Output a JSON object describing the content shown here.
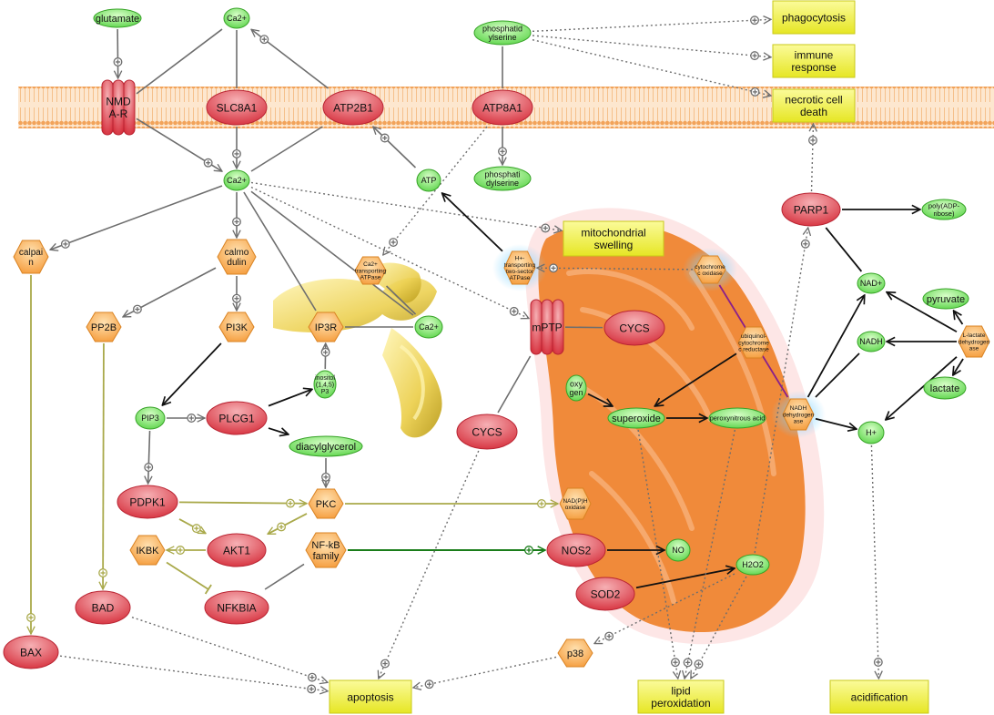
{
  "colors": {
    "membrane": "#f2a35a",
    "metabolite_fill": "#7fe36b",
    "protein_fill": "#e0434f",
    "complex_fill": "#f7a84a",
    "outcome_fill": "#ecec2f",
    "mito_fill": "#f08a3a",
    "er_fill": "#e7c84a",
    "edge_dark": "#111111",
    "edge_gray": "#6e6e6e",
    "edge_olive": "#a9a94a",
    "edge_green": "#1a7d1a",
    "edge_purple": "#8a1f8a"
  },
  "nodes": [
    {
      "id": "glutamate",
      "kind": "metabolite",
      "lines": [
        "glutamate"
      ]
    },
    {
      "id": "ca_top",
      "kind": "metabolite",
      "lines": [
        "Ca2+"
      ]
    },
    {
      "id": "phosphatidylserine_top",
      "kind": "metabolite",
      "lines": [
        "phosphatid",
        "ylserine"
      ]
    },
    {
      "id": "nmdar",
      "kind": "channel",
      "lines": [
        "NMD",
        "A-R"
      ]
    },
    {
      "id": "slc8a1",
      "kind": "protein",
      "lines": [
        "SLC8A1"
      ]
    },
    {
      "id": "atp2b1",
      "kind": "protein",
      "lines": [
        "ATP2B1"
      ]
    },
    {
      "id": "atp8a1",
      "kind": "protein",
      "lines": [
        "ATP8A1"
      ]
    },
    {
      "id": "ca_mid",
      "kind": "metabolite",
      "lines": [
        "Ca2+"
      ]
    },
    {
      "id": "atp",
      "kind": "metabolite",
      "lines": [
        "ATP"
      ]
    },
    {
      "id": "phosphatidylserine_bottom",
      "kind": "metabolite",
      "lines": [
        "phosphati",
        "dylserine"
      ]
    },
    {
      "id": "calpain",
      "kind": "complex",
      "lines": [
        "calpai",
        "n"
      ]
    },
    {
      "id": "calmodulin",
      "kind": "complex",
      "lines": [
        "calmo",
        "dulin"
      ]
    },
    {
      "id": "ca_atpase",
      "kind": "complex",
      "lines": [
        "Ca2+",
        "transporting",
        "ATPase"
      ]
    },
    {
      "id": "pp2b",
      "kind": "complex",
      "lines": [
        "PP2B"
      ]
    },
    {
      "id": "pi3k",
      "kind": "complex",
      "lines": [
        "PI3K"
      ]
    },
    {
      "id": "ip3r",
      "kind": "complex",
      "lines": [
        "IP3R"
      ]
    },
    {
      "id": "ca_er",
      "kind": "metabolite",
      "lines": [
        "Ca2+"
      ]
    },
    {
      "id": "ip3",
      "kind": "metabolite",
      "lines": [
        "inositol",
        "(1,4,5)",
        "P3"
      ]
    },
    {
      "id": "pip3",
      "kind": "metabolite",
      "lines": [
        "PIP3"
      ]
    },
    {
      "id": "plcg1",
      "kind": "protein",
      "lines": [
        "PLCG1"
      ]
    },
    {
      "id": "dag",
      "kind": "metabolite",
      "lines": [
        "diacylglycerol"
      ]
    },
    {
      "id": "pdpk1",
      "kind": "protein",
      "lines": [
        "PDPK1"
      ]
    },
    {
      "id": "pkc",
      "kind": "complex",
      "lines": [
        "PKC"
      ]
    },
    {
      "id": "ikbk",
      "kind": "complex",
      "lines": [
        "IKBK"
      ]
    },
    {
      "id": "akt1",
      "kind": "protein",
      "lines": [
        "AKT1"
      ]
    },
    {
      "id": "nfkb",
      "kind": "complex",
      "lines": [
        "NF-kB",
        "family"
      ]
    },
    {
      "id": "nfkbia",
      "kind": "protein",
      "lines": [
        "NFKBIA"
      ]
    },
    {
      "id": "bad",
      "kind": "protein",
      "lines": [
        "BAD"
      ]
    },
    {
      "id": "bax",
      "kind": "protein",
      "lines": [
        "BAX"
      ]
    },
    {
      "id": "mptp",
      "kind": "channel",
      "lines": [
        "mPTP"
      ]
    },
    {
      "id": "cycs_mito",
      "kind": "protein",
      "lines": [
        "CYCS"
      ]
    },
    {
      "id": "cycs_cyto",
      "kind": "protein",
      "lines": [
        "CYCS"
      ]
    },
    {
      "id": "h_atpase",
      "kind": "complex",
      "lines": [
        "H+-",
        "transporting",
        "two-sector",
        "ATPase"
      ]
    },
    {
      "id": "cyt_oxidase",
      "kind": "complex",
      "lines": [
        "cytochrome",
        "c oxidase"
      ]
    },
    {
      "id": "ubiq_reductase",
      "kind": "complex",
      "lines": [
        "ubiquinol-",
        "cytochrome",
        "c reductase"
      ]
    },
    {
      "id": "nadh_dehydrogenase",
      "kind": "complex",
      "lines": [
        "NADH",
        "dehydrogen",
        "ase"
      ]
    },
    {
      "id": "oxygen",
      "kind": "metabolite",
      "lines": [
        "oxy",
        "gen"
      ]
    },
    {
      "id": "superoxide",
      "kind": "metabolite",
      "lines": [
        "superoxide"
      ]
    },
    {
      "id": "peroxynitrous",
      "kind": "metabolite",
      "lines": [
        "peroxynitrous acid"
      ]
    },
    {
      "id": "nadph_oxidase",
      "kind": "complex",
      "lines": [
        "NAD(P)H",
        "oxidase"
      ]
    },
    {
      "id": "nos2",
      "kind": "protein",
      "lines": [
        "NOS2"
      ]
    },
    {
      "id": "no",
      "kind": "metabolite",
      "lines": [
        "NO"
      ]
    },
    {
      "id": "sod2",
      "kind": "protein",
      "lines": [
        "SOD2"
      ]
    },
    {
      "id": "h2o2",
      "kind": "metabolite",
      "lines": [
        "H2O2"
      ]
    },
    {
      "id": "p38",
      "kind": "complex",
      "lines": [
        "p38"
      ]
    },
    {
      "id": "parp1",
      "kind": "protein",
      "lines": [
        "PARP1"
      ]
    },
    {
      "id": "poly_adp",
      "kind": "metabolite",
      "lines": [
        "poly(ADP-",
        "ribose)"
      ]
    },
    {
      "id": "nad_plus",
      "kind": "metabolite",
      "lines": [
        "NAD+"
      ]
    },
    {
      "id": "nadh",
      "kind": "metabolite",
      "lines": [
        "NADH"
      ]
    },
    {
      "id": "pyruvate",
      "kind": "metabolite",
      "lines": [
        "pyruvate"
      ]
    },
    {
      "id": "ldh",
      "kind": "complex",
      "lines": [
        "L-lactate",
        "dehydrogen",
        "ase"
      ]
    },
    {
      "id": "lactate",
      "kind": "metabolite",
      "lines": [
        "lactate"
      ]
    },
    {
      "id": "h_plus",
      "kind": "metabolite",
      "lines": [
        "H+"
      ]
    },
    {
      "id": "mito_swelling",
      "kind": "outcome",
      "lines": [
        "mitochondrial",
        "swelling"
      ]
    },
    {
      "id": "phagocytosis",
      "kind": "outcome",
      "lines": [
        "phagocytosis"
      ]
    },
    {
      "id": "immune_response",
      "kind": "outcome",
      "lines": [
        "immune",
        "response"
      ]
    },
    {
      "id": "necrotic_death",
      "kind": "outcome",
      "lines": [
        "necrotic cell",
        "death"
      ]
    },
    {
      "id": "apoptosis",
      "kind": "outcome",
      "lines": [
        "apoptosis"
      ]
    },
    {
      "id": "lipid_peroxidation",
      "kind": "outcome",
      "lines": [
        "lipid",
        "peroxidation"
      ]
    },
    {
      "id": "acidification",
      "kind": "outcome",
      "lines": [
        "acidification"
      ]
    }
  ],
  "edges": [
    {
      "from": "glutamate",
      "to": "nmdar",
      "style": "gray-plus"
    },
    {
      "from": "nmdar",
      "to": "ca_top",
      "style": "gray-line"
    },
    {
      "from": "ca_top",
      "to": "slc8a1",
      "style": "gray-line"
    },
    {
      "from": "atp2b1",
      "to": "ca_top",
      "style": "gray-plus"
    },
    {
      "from": "nmdar",
      "to": "ca_mid",
      "style": "gray-plus"
    },
    {
      "from": "slc8a1",
      "to": "ca_mid",
      "style": "gray-plus"
    },
    {
      "from": "ca_mid",
      "to": "atp2b1",
      "style": "gray-line"
    },
    {
      "from": "atp",
      "to": "atp2b1",
      "style": "gray-plus"
    },
    {
      "from": "phosphatidylserine_top",
      "to": "atp8a1",
      "style": "gray-line"
    },
    {
      "from": "atp8a1",
      "to": "phosphatidylserine_bottom",
      "style": "gray-plus"
    },
    {
      "from": "atp8a1",
      "to": "ca_atpase",
      "style": "dotted-plus"
    },
    {
      "from": "ca_mid",
      "to": "calpain",
      "style": "gray-plus"
    },
    {
      "from": "ca_mid",
      "to": "calmodulin",
      "style": "gray-plus"
    },
    {
      "from": "ca_mid",
      "to": "mito_swelling",
      "style": "dotted-plus"
    },
    {
      "from": "ca_mid",
      "to": "mptp",
      "style": "dotted-plus"
    },
    {
      "from": "ca_mid",
      "to": "ca_er",
      "style": "gray-line"
    },
    {
      "from": "ip3r",
      "to": "ca_mid",
      "style": "gray-line"
    },
    {
      "from": "calmodulin",
      "to": "pi3k",
      "style": "gray-plus"
    },
    {
      "from": "calmodulin",
      "to": "pp2b",
      "style": "gray-plus"
    },
    {
      "from": "pi3k",
      "to": "pip3",
      "style": "dark-arrow"
    },
    {
      "from": "pip3",
      "to": "plcg1",
      "style": "gray-plus"
    },
    {
      "from": "plcg1",
      "to": "ip3",
      "style": "dark-arrow"
    },
    {
      "from": "plcg1",
      "to": "dag",
      "style": "dark-arrow"
    },
    {
      "from": "ip3",
      "to": "ip3r",
      "style": "gray-plus"
    },
    {
      "from": "ip3r",
      "to": "ca_er",
      "style": "gray-line"
    },
    {
      "from": "ca_er",
      "to": "ca_atpase",
      "style": "gray-line"
    },
    {
      "from": "dag",
      "to": "pkc",
      "style": "gray-plus"
    },
    {
      "from": "pip3",
      "to": "pdpk1",
      "style": "gray-plus"
    },
    {
      "from": "pdpk1",
      "to": "pkc",
      "style": "olive-plus"
    },
    {
      "from": "pdpk1",
      "to": "akt1",
      "style": "olive-plus"
    },
    {
      "from": "pkc",
      "to": "akt1",
      "style": "olive-plus"
    },
    {
      "from": "pkc",
      "to": "nadph_oxidase",
      "style": "olive-plus"
    },
    {
      "from": "akt1",
      "to": "ikbk",
      "style": "olive-plus"
    },
    {
      "from": "ikbk",
      "to": "nfkbia",
      "style": "olive-inhibit"
    },
    {
      "from": "nfkbia",
      "to": "nfkb",
      "style": "gray-line"
    },
    {
      "from": "nfkb",
      "to": "nos2",
      "style": "green-plus"
    },
    {
      "from": "pp2b",
      "to": "bad",
      "style": "olive-plus"
    },
    {
      "from": "calpain",
      "to": "bax",
      "style": "olive-plus"
    },
    {
      "from": "bad",
      "to": "apoptosis",
      "style": "dotted-plus"
    },
    {
      "from": "bax",
      "to": "apoptosis",
      "style": "dotted-plus"
    },
    {
      "from": "cycs_cyto",
      "to": "apoptosis",
      "style": "dotted-plus"
    },
    {
      "from": "p38",
      "to": "apoptosis",
      "style": "dotted-plus"
    },
    {
      "from": "h2o2",
      "to": "p38",
      "style": "dotted-plus"
    },
    {
      "from": "mptp",
      "to": "cycs_cyto",
      "style": "gray-line"
    },
    {
      "from": "mptp",
      "to": "cycs_mito",
      "style": "gray-line"
    },
    {
      "from": "h_atpase",
      "to": "atp",
      "style": "dark-arrow"
    },
    {
      "from": "cyt_oxidase",
      "to": "h_atpase",
      "style": "dotted-plus"
    },
    {
      "from": "ubiq_reductase",
      "to": "superoxide",
      "style": "dark-arrow"
    },
    {
      "from": "oxygen",
      "to": "superoxide",
      "style": "dark-arrow"
    },
    {
      "from": "superoxide",
      "to": "peroxynitrous",
      "style": "dark-arrow"
    },
    {
      "from": "nos2",
      "to": "no",
      "style": "dark-arrow"
    },
    {
      "from": "sod2",
      "to": "h2o2",
      "style": "dark-arrow"
    },
    {
      "from": "superoxide",
      "to": "lipid_peroxidation",
      "style": "dotted-plus"
    },
    {
      "from": "h2o2",
      "to": "lipid_peroxidation",
      "style": "dotted-plus"
    },
    {
      "from": "peroxynitrous",
      "to": "lipid_peroxidation",
      "style": "dotted-plus"
    },
    {
      "from": "h2o2",
      "to": "parp1",
      "style": "dotted-plus"
    },
    {
      "from": "parp1",
      "to": "necrotic_death",
      "style": "dotted-plus"
    },
    {
      "from": "parp1",
      "to": "poly_adp",
      "style": "dark-arrow"
    },
    {
      "from": "parp1",
      "to": "nad_plus",
      "style": "dark-line"
    },
    {
      "from": "nadh_dehydrogenase",
      "to": "nad_plus",
      "style": "dark-arrow"
    },
    {
      "from": "nadh_dehydrogenase",
      "to": "h_plus",
      "style": "dark-arrow"
    },
    {
      "from": "nadh",
      "to": "nadh_dehydrogenase",
      "style": "dark-line"
    },
    {
      "from": "ldh",
      "to": "nadh",
      "style": "dark-arrow"
    },
    {
      "from": "ldh",
      "to": "nad_plus",
      "style": "dark-arrow"
    },
    {
      "from": "ldh",
      "to": "pyruvate",
      "style": "dark-arrow"
    },
    {
      "from": "ldh",
      "to": "lactate",
      "style": "dark-arrow"
    },
    {
      "from": "ldh",
      "to": "h_plus",
      "style": "dark-arrow"
    },
    {
      "from": "h_plus",
      "to": "acidification",
      "style": "dotted-plus"
    },
    {
      "from": "phosphatidylserine_top",
      "to": "phagocytosis",
      "style": "dotted-plus"
    },
    {
      "from": "phosphatidylserine_top",
      "to": "immune_response",
      "style": "dotted-plus"
    },
    {
      "from": "phosphatidylserine_top",
      "to": "necrotic_death",
      "style": "dotted-plus"
    },
    {
      "from": "cyt_oxidase",
      "to": "nadh_dehydrogenase",
      "style": "purple-line"
    }
  ]
}
